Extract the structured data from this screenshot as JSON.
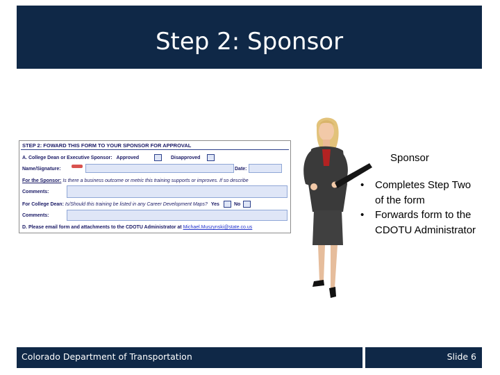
{
  "slide": {
    "title": "Step 2: Sponsor",
    "sponsor_label": "Sponsor",
    "bullets": [
      "Completes Step Two of the form",
      "Forwards form to the CDOTU Administrator"
    ],
    "bullet_glyph": "•",
    "footer_org": "Colorado Department of Transportation",
    "footer_slide": "Slide 6"
  },
  "form": {
    "heading": "STEP 2: FOWARD THIS FORM TO YOUR SPONSOR FOR APPROVAL",
    "row_a_label": "A.  College Dean or Executive Sponsor:",
    "approved": "Approved",
    "disapproved": "Disapproved",
    "name_signature": "Name/Signature:",
    "date": "Date:",
    "for_sponsor_label": "For the Sponsor:",
    "for_sponsor_text": "Is there a business outcome or metric this training supports or improves.  If so describe",
    "comments_1": "Comments:",
    "for_dean_label": "For College Dean:",
    "for_dean_text": "Is/Should this training be listed in any Career Development Maps?",
    "yes": "Yes",
    "no": "No",
    "comments_2": "Comments:",
    "row_d": "D.  Please email form and attachments to the CDOTU Administrator at",
    "email": "Michael.Muszynski@state.co.us"
  },
  "colors": {
    "navy": "#0f2847",
    "form_text": "#1a1a66",
    "field_fill": "#dfe6f7"
  }
}
